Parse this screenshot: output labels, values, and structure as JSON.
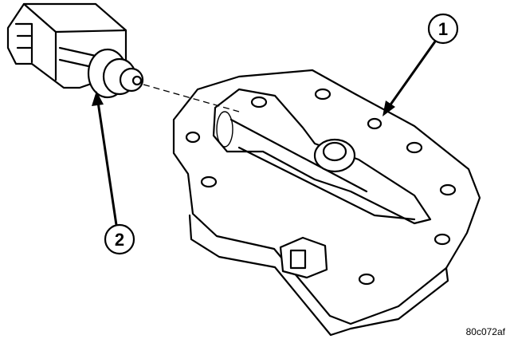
{
  "callouts": [
    {
      "number": "1",
      "part": "plate"
    },
    {
      "number": "2",
      "part": "sensor"
    }
  ],
  "figure_code": "80c072af"
}
